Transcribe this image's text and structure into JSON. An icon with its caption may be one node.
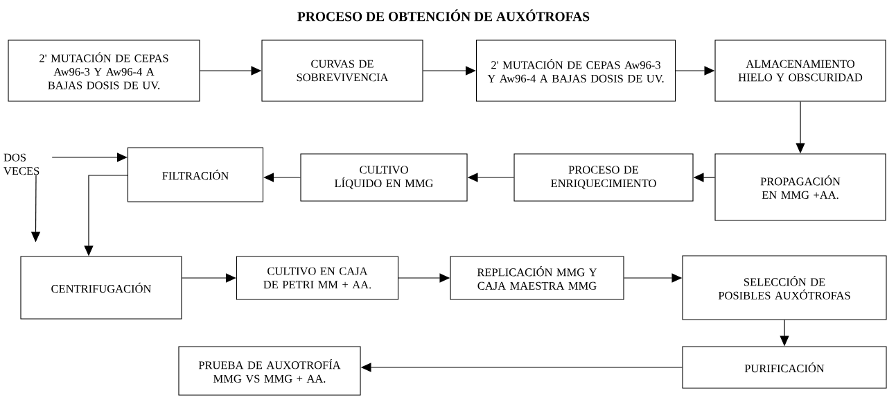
{
  "diagram": {
    "title": "PROCESO DE OBTENCIÓN DE AUXÓTROFAS",
    "nodes": [
      {
        "text": [
          "2' MUTACIÓN DE CEPAS Aw96-3 Y Aw96-4 A BAJAS DOSIS DE UV."
        ]
      },
      {
        "text": [
          "CURVAS DE SOBREVIVENCIA"
        ]
      },
      {
        "text": [
          "2' MUTACIÓN DE CEPAS Aw96-3 Y Aw96-4 A BAJAS DOSIS DE UV."
        ]
      },
      {
        "text": [
          "ALMACENAMIENTO HIELO Y OBSCURIDAD"
        ]
      },
      {
        "text": [
          "PROPAGACIÓN EN MMG +AA."
        ]
      },
      {
        "text": [
          "PROCESO DE ENRIQUECIMIENTO"
        ]
      },
      {
        "text": [
          "CULTIVO LÍQUIDO EN MMG"
        ]
      },
      {
        "text": [
          "FILTRACIÓN"
        ]
      },
      {
        "text": [
          "DOS VECES"
        ]
      },
      {
        "text": [
          "CENTRIFUGACIÓN"
        ]
      },
      {
        "text": [
          "CULTIVO EN CAJA DE PETRI MM + AA."
        ]
      },
      {
        "text": [
          "REPLICACIÓN MMG Y CAJA MAESTRA MMG"
        ]
      },
      {
        "text": [
          "SELECCIÓN DE POSIBLES AUXÓTROFAS"
        ]
      },
      {
        "text": [
          "PURIFICACIÓN"
        ]
      },
      {
        "text": [
          "PRUEBA DE AUXOTROFÍA MMG VS MMG + AA."
        ]
      }
    ],
    "edges": [
      {
        "from": 0,
        "to": 1,
        "arrow": "to"
      },
      {
        "from": 1,
        "to": 2,
        "arrow": "to"
      },
      {
        "from": 2,
        "to": 3,
        "arrow": "to"
      },
      {
        "from": 3,
        "to": 4,
        "arrow": "to"
      },
      {
        "from": 4,
        "to": 5,
        "arrow": "to"
      },
      {
        "from": 5,
        "to": 6,
        "arrow": "to"
      },
      {
        "from": 6,
        "to": 7,
        "arrow": "to"
      },
      {
        "from": 8,
        "to": 7,
        "arrow": "to"
      },
      {
        "from": 8,
        "to": 9,
        "arrow": "to"
      },
      {
        "from": 7,
        "to": 9,
        "arrow": "to"
      },
      {
        "from": 9,
        "to": 10,
        "arrow": "to"
      },
      {
        "from": 10,
        "to": 11,
        "arrow": "to"
      },
      {
        "from": 11,
        "to": 12,
        "arrow": "to"
      },
      {
        "from": 12,
        "to": 13,
        "arrow": "to"
      },
      {
        "from": 13,
        "to": 14,
        "arrow": "to"
      }
    ]
  }
}
